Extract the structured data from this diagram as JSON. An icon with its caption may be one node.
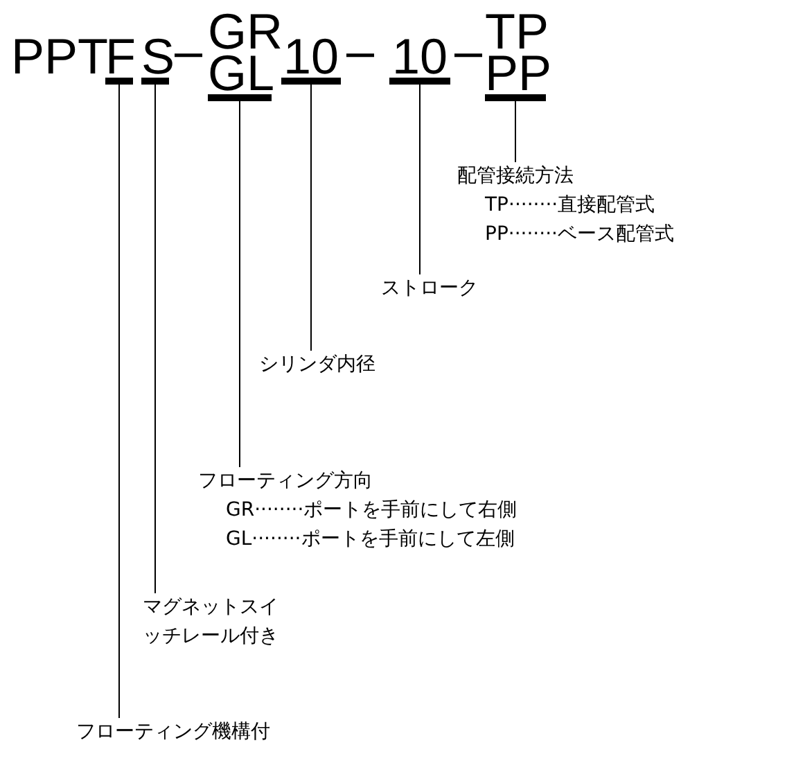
{
  "diagram": {
    "nodes": [
      {
        "text": [
          "F"
        ]
      },
      {
        "text": [
          "S"
        ]
      },
      {
        "text": [
          "GR",
          "GL"
        ]
      },
      {
        "text": [
          "10"
        ]
      },
      {
        "text": [
          "10"
        ]
      },
      {
        "text": [
          "TP",
          "PP"
        ]
      },
      {
        "text": [
          "配管接続方法",
          "TP········直接配管式",
          "PP········ベース配管式"
        ]
      },
      {
        "text": [
          "ストローク"
        ]
      },
      {
        "text": [
          "シリンダ内径"
        ]
      },
      {
        "text": [
          "フローティング方向",
          "GR········ポートを手前にして右側",
          "GL········ポートを手前にして左側"
        ]
      },
      {
        "text": [
          "マグネットスイッチレール付き"
        ]
      },
      {
        "text": [
          "フローティング機構付"
        ]
      }
    ],
    "edges": [
      {
        "from": 0,
        "to": 11,
        "arrow": "none"
      },
      {
        "from": 1,
        "to": 10,
        "arrow": "none"
      },
      {
        "from": 2,
        "to": 9,
        "arrow": "none"
      },
      {
        "from": 3,
        "to": 8,
        "arrow": "none"
      },
      {
        "from": 4,
        "to": 7,
        "arrow": "none"
      },
      {
        "from": 5,
        "to": 6,
        "arrow": "none"
      }
    ],
    "labels": [
      "PPT",
      "–",
      "–",
      "–"
    ]
  }
}
